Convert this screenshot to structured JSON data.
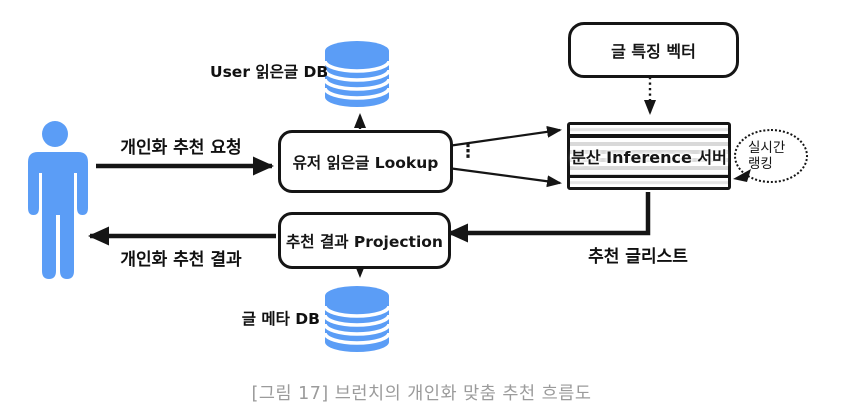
{
  "caption": "[그림 17] 브런치의 개인화 맞춤 추천 흐름도",
  "nodes": {
    "user_db": {
      "label": "User 읽은글 DB"
    },
    "lookup": {
      "label": "유저 읽은글 Lookup"
    },
    "feature_vector": {
      "label": "글 특징 벡터"
    },
    "inference_server": {
      "label": "분산 Inference 서버"
    },
    "realtime_ranking": {
      "line1": "실시간",
      "line2": "랭킹"
    },
    "projection": {
      "label": "추천 결과 Projection"
    },
    "meta_db": {
      "label": "글 메타 DB"
    }
  },
  "edges": {
    "request_label": "개인화 추천 요청",
    "result_label": "개인화 추천 결과",
    "rec_list_label": "추천 글리스트",
    "ellipsis": "⋮"
  },
  "colors": {
    "blue": "#5B9DF6",
    "line_black": "#151515",
    "stripe_gray": "#d9d9d9",
    "caption_gray": "#9b9b9b"
  }
}
